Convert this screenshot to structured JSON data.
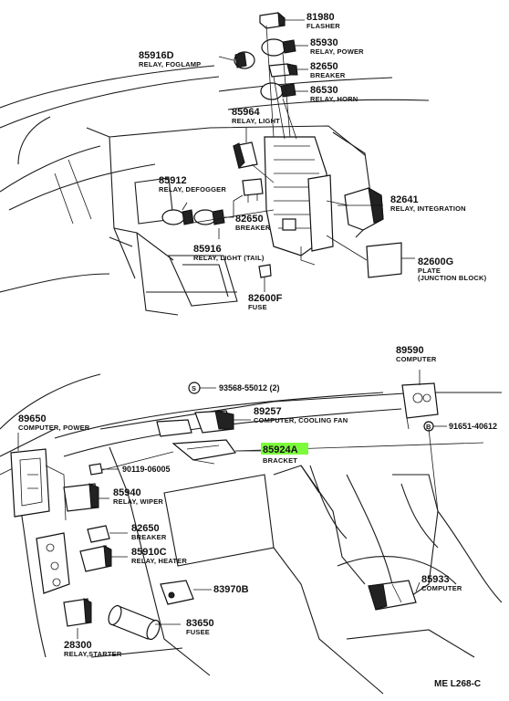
{
  "callouts": [
    {
      "id": "flasher",
      "num": "81980",
      "desc": "FLASHER",
      "highlight": false
    },
    {
      "id": "relay-power",
      "num": "85930",
      "desc": "RELAY, POWER",
      "highlight": false
    },
    {
      "id": "relay-foglamp",
      "num": "85916D",
      "desc": "RELAY, FOGLAMP",
      "highlight": false
    },
    {
      "id": "breaker-top",
      "num": "82650",
      "desc": "BREAKER",
      "highlight": false
    },
    {
      "id": "relay-horn",
      "num": "86530",
      "desc": "RELAY, HORN",
      "highlight": false
    },
    {
      "id": "relay-light",
      "num": "85964",
      "desc": "RELAY, LIGHT",
      "highlight": false
    },
    {
      "id": "relay-defogger",
      "num": "85912",
      "desc": "RELAY, DEFOGGER",
      "highlight": false
    },
    {
      "id": "breaker-mid",
      "num": "82650",
      "desc": "BREAKER",
      "highlight": false
    },
    {
      "id": "relay-integration",
      "num": "82641",
      "desc": "RELAY, INTEGRATION",
      "highlight": false
    },
    {
      "id": "relay-light-tail",
      "num": "85916",
      "desc": "RELAY, LIGHT (TAIL)",
      "highlight": false
    },
    {
      "id": "plate",
      "num": "82600G",
      "desc": "PLATE",
      "desc2": "(JUNCTION BLOCK)",
      "highlight": false
    },
    {
      "id": "fuse",
      "num": "82600F",
      "desc": "FUSE",
      "highlight": false
    },
    {
      "id": "computer-top",
      "num": "89590",
      "desc": "COMPUTER",
      "highlight": false
    },
    {
      "id": "screw",
      "num": "93568-55012 (2)",
      "desc": "",
      "highlight": false
    },
    {
      "id": "computer-power",
      "num": "89650",
      "desc": "COMPUTER, POWER",
      "highlight": false
    },
    {
      "id": "computer-cooling",
      "num": "89257",
      "desc": "COMPUTER, COOLING FAN",
      "highlight": false
    },
    {
      "id": "bolt",
      "num": "91651-40612",
      "desc": "",
      "highlight": false
    },
    {
      "id": "bracket",
      "num": "85924A",
      "desc": "BRACKET",
      "highlight": true
    },
    {
      "id": "nut",
      "num": "90119-06005",
      "desc": "",
      "highlight": false
    },
    {
      "id": "relay-wiper",
      "num": "85940",
      "desc": "RELAY, WIPER",
      "highlight": false
    },
    {
      "id": "breaker-low",
      "num": "82650",
      "desc": "BREAKER",
      "highlight": false
    },
    {
      "id": "relay-heater",
      "num": "85910C",
      "desc": "RELAY, HEATER",
      "highlight": false
    },
    {
      "id": "computer-low",
      "num": "85933",
      "desc": "COMPUTER",
      "highlight": false
    },
    {
      "id": "part-83970",
      "num": "83970B",
      "desc": "",
      "highlight": false
    },
    {
      "id": "fusee",
      "num": "83650",
      "desc": "FUSEE",
      "highlight": false
    },
    {
      "id": "relay-starter",
      "num": "28300",
      "desc": "RELAY,STARTER",
      "highlight": false
    }
  ],
  "footer_code": "ME  L268-C",
  "colors": {
    "highlight": "#7dfc3c",
    "ink": "#111111",
    "paper": "#ffffff"
  }
}
